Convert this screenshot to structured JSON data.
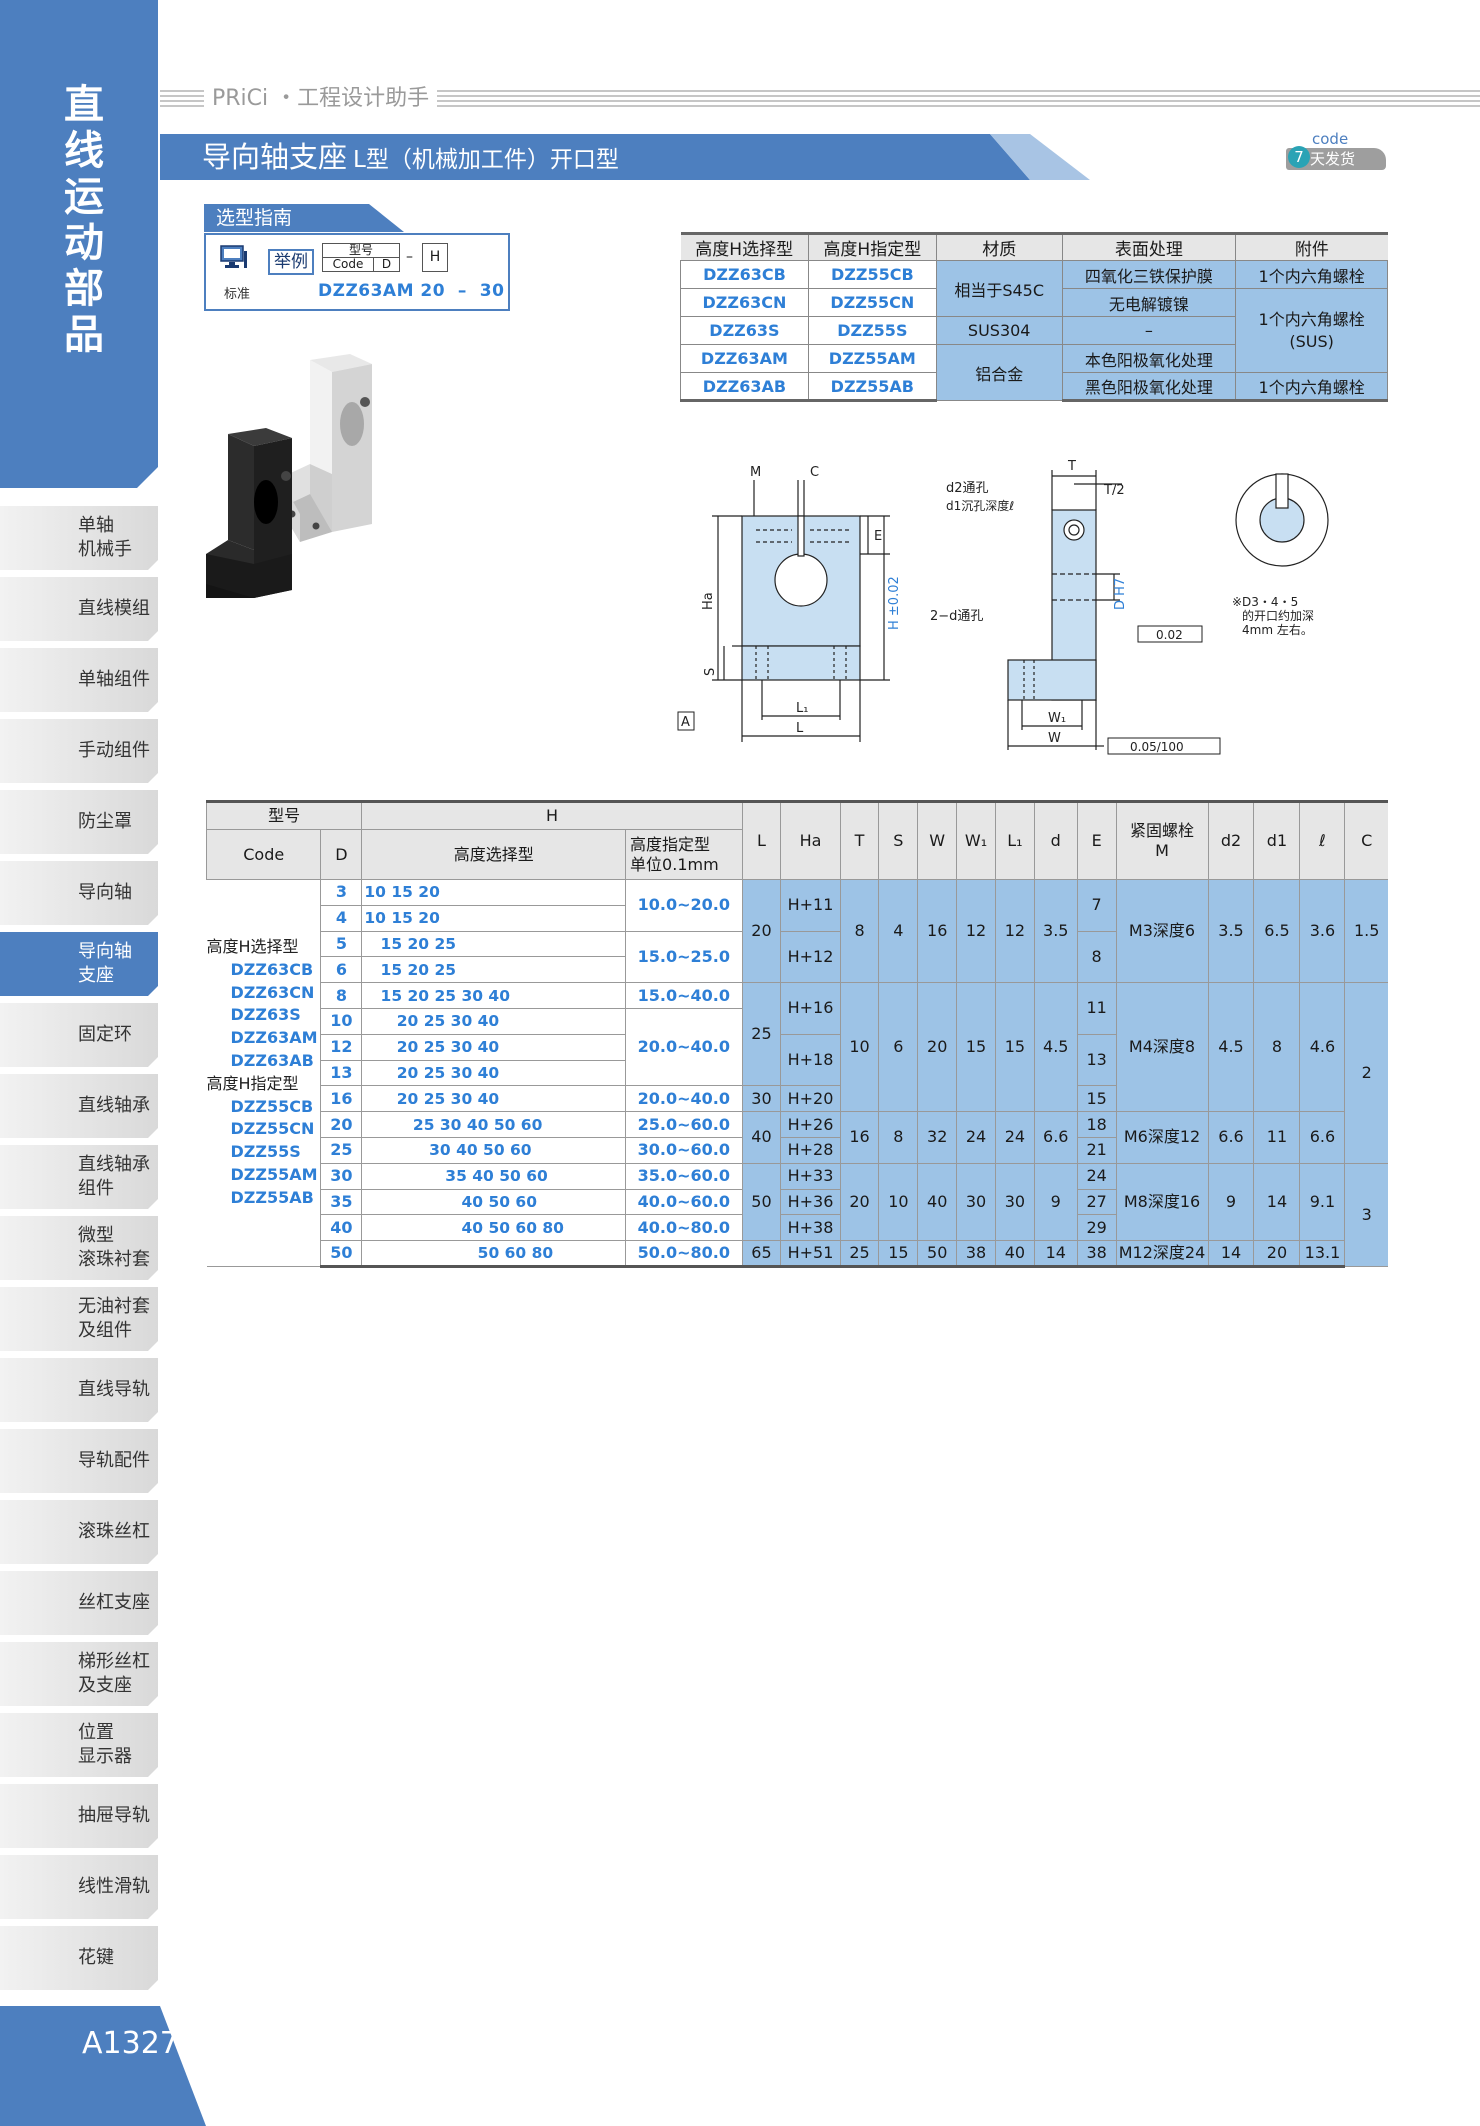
{
  "sidebar": {
    "chapter_title": "直线运动部品",
    "nav_items": [
      {
        "label": "单轴\n机械手",
        "active": false
      },
      {
        "label": "直线模组",
        "active": false
      },
      {
        "label": "单轴组件",
        "active": false
      },
      {
        "label": "手动组件",
        "active": false
      },
      {
        "label": "防尘罩",
        "active": false
      },
      {
        "label": "导向轴",
        "active": false
      },
      {
        "label": "导向轴\n支座",
        "active": true
      },
      {
        "label": "固定环",
        "active": false
      },
      {
        "label": "直线轴承",
        "active": false
      },
      {
        "label": "直线轴承\n组件",
        "active": false
      },
      {
        "label": "微型\n滚珠衬套",
        "active": false
      },
      {
        "label": "无油衬套\n及组件",
        "active": false
      },
      {
        "label": "直线导轨",
        "active": false
      },
      {
        "label": "导轨配件",
        "active": false
      },
      {
        "label": "滚珠丝杠",
        "active": false
      },
      {
        "label": "丝杠支座",
        "active": false
      },
      {
        "label": "梯形丝杠\n及支座",
        "active": false
      },
      {
        "label": "位置\n显示器",
        "active": false
      },
      {
        "label": "抽屉导轨",
        "active": false
      },
      {
        "label": "线性滑轨",
        "active": false
      },
      {
        "label": "花键",
        "active": false
      }
    ],
    "page_number": "A1327"
  },
  "header": {
    "brand": "PRiCi ・工程设计助手",
    "title": "导向轴支座",
    "subtitle": "L型（机械加工件）开口型",
    "code_label": "code",
    "delivery_num": "7",
    "delivery_text": "天发货"
  },
  "guide": {
    "tab": "选型指南",
    "example_label": "举例",
    "std_label": "标准",
    "head_model": "型号",
    "head_code": "Code",
    "head_d": "D",
    "head_h": "H",
    "dash": "–",
    "example": "DZZ63AM 20  –  30"
  },
  "material_table": {
    "headers": [
      "高度H选择型",
      "高度H指定型",
      "材质",
      "表面处理",
      "附件"
    ],
    "rows": [
      {
        "sel": "DZZ63CB",
        "des": "DZZ55CB",
        "surface": "四氧化三铁保护膜"
      },
      {
        "sel": "DZZ63CN",
        "des": "DZZ55CN",
        "surface": "无电解镀镍"
      },
      {
        "sel": "DZZ63S",
        "des": "DZZ55S",
        "surface": "–"
      },
      {
        "sel": "DZZ63AM",
        "des": "DZZ55AM",
        "surface": "本色阳极氧化处理"
      },
      {
        "sel": "DZZ63AB",
        "des": "DZZ55AB",
        "surface": "黑色阳极氧化处理"
      }
    ],
    "materials": {
      "s45c": "相当于S45C",
      "sus": "SUS304",
      "al": "铝合金"
    },
    "accessories": {
      "a1": "1个内六角螺栓",
      "a2": "1个内六角螺栓\n(SUS)",
      "a3": "1个内六角螺栓"
    }
  },
  "drawing": {
    "labels": {
      "M": "M",
      "C": "C",
      "E": "E",
      "Ha": "Ha",
      "H": "H ±0.02",
      "S": "S",
      "A": "A",
      "L1": "L₁",
      "L": "L",
      "T": "T",
      "T2": "T/2",
      "d2": "d2通孔",
      "d1": "d1沉孔深度ℓ",
      "DH7": "D H7",
      "d": "2−d通孔",
      "W1": "W₁",
      "W": "W",
      "par": "0.02",
      "perp": "0.05/100",
      "note1": "※D3・4・5",
      "note2": "的开口约加深",
      "note3": "4mm 左右。"
    }
  },
  "spec_table": {
    "head": {
      "model": "型号",
      "H": "H",
      "code": "Code",
      "D": "D",
      "hsel": "高度选择型",
      "hdes1": "高度指定型",
      "hdes2": "单位0.1mm",
      "L": "L",
      "Ha": "Ha",
      "T": "T",
      "S": "S",
      "W": "W",
      "W1": "W₁",
      "L1": "L₁",
      "d": "d",
      "E": "E",
      "M1": "紧固螺栓",
      "M2": "M",
      "d2": "d2",
      "d1": "d1",
      "l": "ℓ",
      "C": "C"
    },
    "codes": [
      "高度H选择型",
      "DZZ63CB",
      "DZZ63CN",
      "DZZ63S",
      "DZZ63AM",
      "DZZ63AB",
      "高度H指定型",
      "DZZ55CB",
      "DZZ55CN",
      "DZZ55S",
      "DZZ55AM",
      "DZZ55AB"
    ],
    "rows": [
      {
        "D": "3",
        "hsel": "10 15 20"
      },
      {
        "D": "4",
        "hsel": "10 15 20"
      },
      {
        "D": "5",
        "hsel": "   15 20 25"
      },
      {
        "D": "6",
        "hsel": "   15 20 25"
      },
      {
        "D": "8",
        "hsel": "   15 20 25 30 40"
      },
      {
        "D": "10",
        "hsel": "      20 25 30 40"
      },
      {
        "D": "12",
        "hsel": "      20 25 30 40"
      },
      {
        "D": "13",
        "hsel": "      20 25 30 40"
      },
      {
        "D": "16",
        "hsel": "      20 25 30 40"
      },
      {
        "D": "20",
        "hsel": "         25 30 40 50 60"
      },
      {
        "D": "25",
        "hsel": "            30 40 50 60"
      },
      {
        "D": "30",
        "hsel": "               35 40 50 60"
      },
      {
        "D": "35",
        "hsel": "                  40 50 60"
      },
      {
        "D": "40",
        "hsel": "                  40 50 60 80"
      },
      {
        "D": "50",
        "hsel": "                     50 60 80"
      }
    ],
    "hdes": [
      "10.0~20.0",
      "15.0~25.0",
      "15.0~40.0",
      "20.0~40.0",
      "20.0~40.0",
      "25.0~60.0",
      "30.0~60.0",
      "35.0~60.0",
      "40.0~60.0",
      "40.0~80.0",
      "50.0~80.0"
    ],
    "L": [
      "20",
      "25",
      "30",
      "40",
      "50",
      "65"
    ],
    "Ha": [
      "H+11",
      "H+12",
      "H+16",
      "H+18",
      "H+20",
      "H+26",
      "H+28",
      "H+33",
      "H+36",
      "H+38",
      "H+51"
    ],
    "T": [
      "8",
      "10",
      "16",
      "20",
      "25"
    ],
    "S": [
      "4",
      "6",
      "8",
      "10",
      "15"
    ],
    "W": [
      "16",
      "20",
      "32",
      "40",
      "50"
    ],
    "W1": [
      "12",
      "15",
      "24",
      "30",
      "38"
    ],
    "L1": [
      "12",
      "15",
      "24",
      "30",
      "40"
    ],
    "d": [
      "3.5",
      "4.5",
      "6.6",
      "9",
      "14"
    ],
    "E": [
      "7",
      "8",
      "11",
      "13",
      "15",
      "18",
      "21",
      "24",
      "27",
      "29",
      "38"
    ],
    "M": [
      "M3深度6",
      "M4深度8",
      "M6深度12",
      "M8深度16",
      "M12深度24"
    ],
    "d2": [
      "3.5",
      "4.5",
      "6.6",
      "9",
      "14"
    ],
    "d1": [
      "6.5",
      "8",
      "11",
      "14",
      "20"
    ],
    "l": [
      "3.6",
      "4.6",
      "6.6",
      "9.1",
      "13.1"
    ],
    "C": [
      "1.5",
      "2",
      "3"
    ]
  }
}
